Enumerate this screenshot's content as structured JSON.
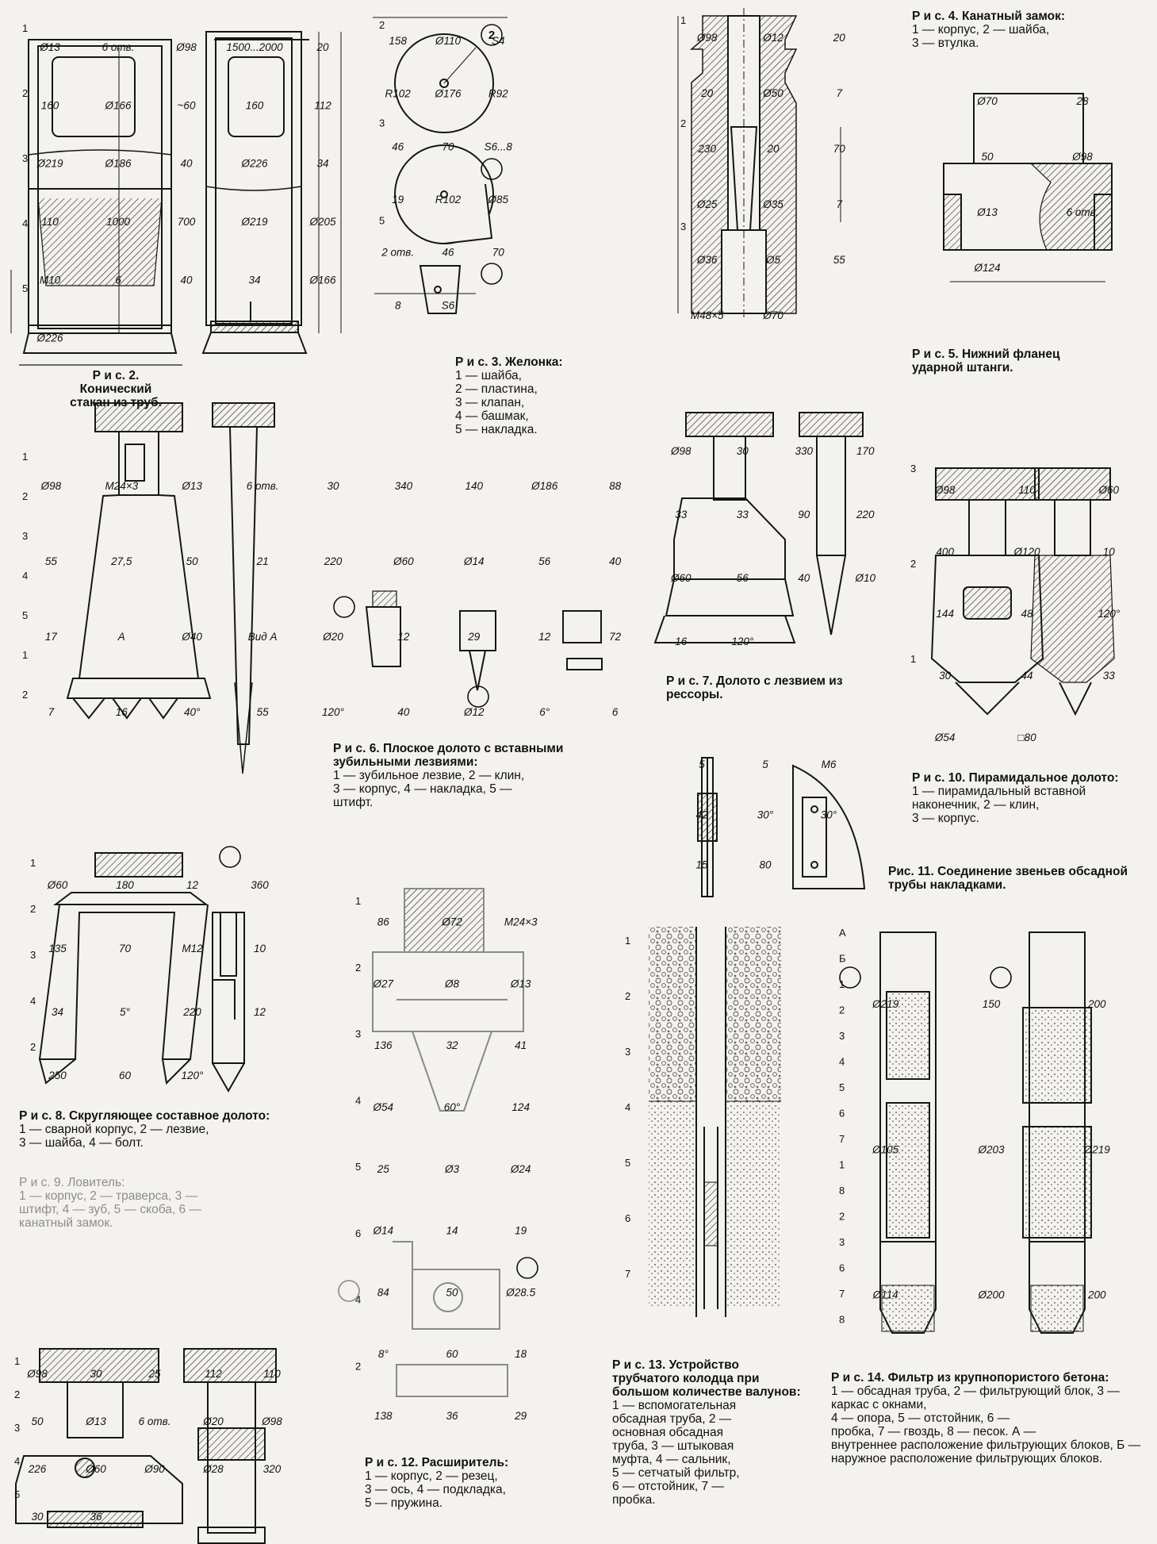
{
  "figures": [
    {
      "id": "fig2",
      "title": "Р и с. 2.",
      "caption": "Конический стакан из труб.",
      "dimensions": [
        "Ø13",
        "6 отв.",
        "Ø98",
        "1500...2000",
        "20",
        "160",
        "Ø166",
        "~60",
        "160",
        "112",
        "Ø219",
        "Ø186",
        "40",
        "Ø226",
        "34",
        "110",
        "1000",
        "700",
        "Ø219",
        "Ø205",
        "M10",
        "6",
        "40",
        "34",
        "Ø166",
        "Ø226"
      ],
      "callouts": [
        "1",
        "2",
        "3",
        "4",
        "5"
      ]
    },
    {
      "id": "fig3",
      "title": "Р и с. 3. Желонка:",
      "caption": "1 — шайба,\n2 — пластина,\n3 — клапан,\n4 — башмак,\n5 — накладка.",
      "dimensions": [
        "158",
        "Ø110",
        "S4",
        "R102",
        "Ø176",
        "R92",
        "46",
        "70",
        "S6...8",
        "19",
        "R102",
        "Ø85",
        "2 отв.",
        "46",
        "70",
        "8",
        "S6"
      ],
      "callouts": [
        "2",
        "3",
        "5"
      ]
    },
    {
      "id": "fig4",
      "title": "Р и с. 4. Канатный замок:",
      "caption": "1 — корпус, 2 — шайба,\n3 — втулка.",
      "dimensions": [
        "Ø98",
        "Ø12",
        "20",
        "20",
        "Ø50",
        "7",
        "230",
        "20",
        "70",
        "Ø25",
        "Ø35",
        "7",
        "Ø36",
        "Ø5",
        "55",
        "M48×5",
        "Ø70"
      ],
      "callouts": [
        "1",
        "2",
        "3"
      ]
    },
    {
      "id": "fig5",
      "title": "Р и с. 5. Нижний фланец",
      "caption": "ударной штанги.",
      "dimensions": [
        "Ø70",
        "28",
        "50",
        "Ø98",
        "Ø13",
        "6 отв.",
        "Ø124"
      ]
    },
    {
      "id": "fig6",
      "title": "Р и с. 6. Плоское долото с вставными зубильными лезвиями:",
      "caption": "1 — зубильное лезвие, 2 — клин,\n3 — корпус, 4 — накладка, 5 —\nштифт.",
      "dimensions": [
        "Ø98",
        "M24×3",
        "Ø13",
        "6 отв.",
        "30",
        "340",
        "140",
        "Ø186",
        "88",
        "55",
        "27,5",
        "50",
        "21",
        "220",
        "Ø60",
        "Ø14",
        "56",
        "40",
        "17",
        "A",
        "Ø40",
        "Вид A",
        "Ø20",
        "12",
        "29",
        "12",
        "72",
        "7",
        "16",
        "40°",
        "55",
        "120°",
        "40",
        "Ø12",
        "6°",
        "6"
      ],
      "callouts": [
        "1",
        "2",
        "3",
        "4",
        "5",
        "1",
        "2"
      ]
    },
    {
      "id": "fig7",
      "title": "Р и с. 7. Долото с лезвием из рессоры.",
      "caption": "",
      "dimensions": [
        "Ø98",
        "30",
        "330",
        "170",
        "33",
        "33",
        "90",
        "220",
        "Ø60",
        "56",
        "40",
        "Ø10",
        "16",
        "120°"
      ]
    },
    {
      "id": "fig8",
      "title": "Р и с. 8. Скругляющее составное долото:",
      "caption": "1 — сварной корпус, 2 — лезвие,\n3 — шайба, 4 — болт.",
      "dimensions": [
        "Ø60",
        "180",
        "12",
        "360",
        "135",
        "70",
        "M12",
        "10",
        "34",
        "5°",
        "220",
        "12",
        "250",
        "60",
        "120°"
      ],
      "callouts": [
        "1",
        "2",
        "3",
        "4",
        "2"
      ]
    },
    {
      "id": "fig9",
      "title": "Р и с. 9. Ловитель:",
      "caption": "1 — корпус, 2 — траверса, 3 —\nштифт, 4 — зуб, 5 — скоба, 6 —\nканатный замок.",
      "dimensions": [
        "Ø98",
        "30",
        "25",
        "112",
        "110",
        "50",
        "Ø13",
        "6 отв.",
        "Ø20",
        "Ø98",
        "226",
        "Ø60",
        "Ø90",
        "Ø28",
        "320",
        "30",
        "36"
      ],
      "callouts": [
        "1",
        "2",
        "3",
        "4",
        "5"
      ]
    },
    {
      "id": "fig10",
      "title": "Р и с. 10. Пирамидальное долото:",
      "caption": "1 — пирамидальный вставной наконечник, 2 — клин,\n3 — корпус.",
      "dimensions": [
        "Ø98",
        "110",
        "Ø60",
        "400",
        "Ø120",
        "10",
        "144",
        "48",
        "120°",
        "30",
        "44",
        "33",
        "Ø54",
        "□80"
      ],
      "callouts": [
        "3",
        "2",
        "1"
      ]
    },
    {
      "id": "fig11",
      "title": "Рис. 11. Соединение звеньев обсадной трубы накладками.",
      "caption": "",
      "dimensions": [
        "5",
        "5",
        "M6",
        "42",
        "30°",
        "30°",
        "15",
        "80"
      ]
    },
    {
      "id": "fig12",
      "title": "Р и с. 12. Расширитель:",
      "caption": "1 — корпус, 2 — резец,\n3 — ось, 4 — подкладка,\n5 — пружина.",
      "dimensions": [
        "86",
        "Ø72",
        "M24×3",
        "Ø27",
        "Ø8",
        "Ø13",
        "136",
        "32",
        "41",
        "Ø54",
        "60°",
        "124",
        "25",
        "Ø3",
        "Ø24",
        "Ø14",
        "14",
        "19",
        "84",
        "50",
        "Ø28.5",
        "8°",
        "60",
        "18",
        "138",
        "36",
        "29"
      ],
      "callouts": [
        "1",
        "2",
        "3",
        "4",
        "5",
        "6",
        "4",
        "2"
      ]
    },
    {
      "id": "fig13",
      "title": "Р и с. 13. Устройство трубчатого колодца при большом количестве валунов:",
      "caption": "1 — вспомогательная\nобсадная труба, 2 —\nосновная обсадная\nтруба, 3 — штыковая\nмуфта, 4 — сальник,\n5 — сетчатый фильтр,\n6 — отстойник, 7 —\nпробка.",
      "callouts": [
        "1",
        "2",
        "3",
        "4",
        "5",
        "6",
        "7"
      ]
    },
    {
      "id": "fig14",
      "title": "Р и с. 14. Фильтр из крупнопористого бетона:",
      "caption": "1 — обсадная труба, 2 — фильтрующий блок, 3 — каркас с окнами,\n4 — опора, 5 — отстойник, 6 —\nпробка, 7 — гвоздь, 8 — песок. А —\nвнутреннее расположение фильтрующих блоков, Б — наружное расположение фильтрующих блоков.",
      "dimensions": [
        "Ø219",
        "150",
        "200",
        "Ø105",
        "Ø203",
        "Ø219",
        "Ø114",
        "Ø200",
        "200"
      ],
      "callouts": [
        "А",
        "Б",
        "1",
        "2",
        "3",
        "4",
        "5",
        "6",
        "7",
        "1",
        "8",
        "2",
        "3",
        "6",
        "7",
        "8"
      ]
    }
  ]
}
